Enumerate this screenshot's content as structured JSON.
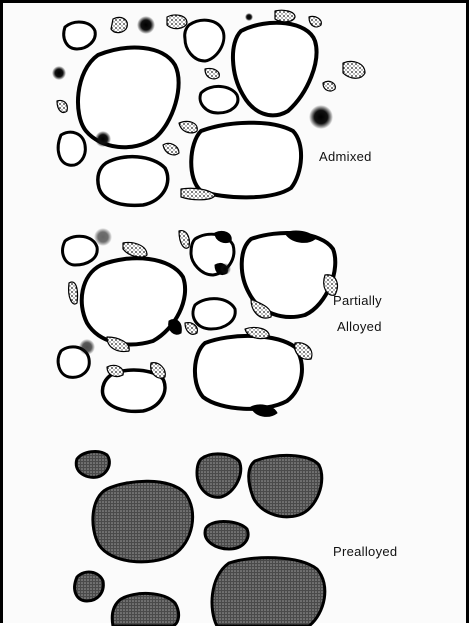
{
  "diagram": {
    "panels": [
      {
        "label": "Admixed"
      },
      {
        "label_line1": "Partially",
        "label_line2": "Alloyed"
      },
      {
        "label": "Prealloyed"
      }
    ]
  }
}
